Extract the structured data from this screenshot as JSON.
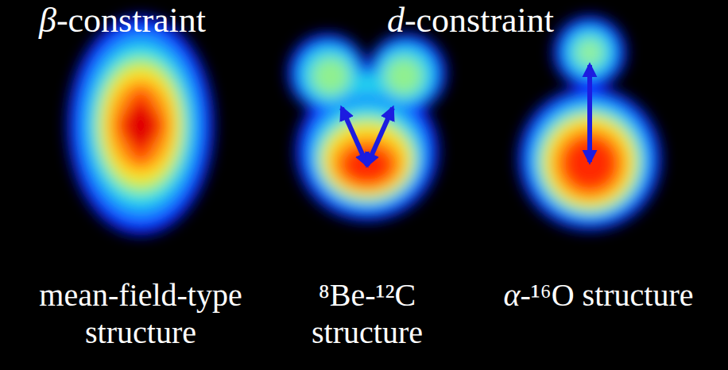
{
  "diagram": {
    "labels": [
      "β-constraint",
      "d-constraint",
      "mean-field-type structure",
      "⁸Be-¹²C structure",
      "α-¹⁶O structure"
    ]
  }
}
